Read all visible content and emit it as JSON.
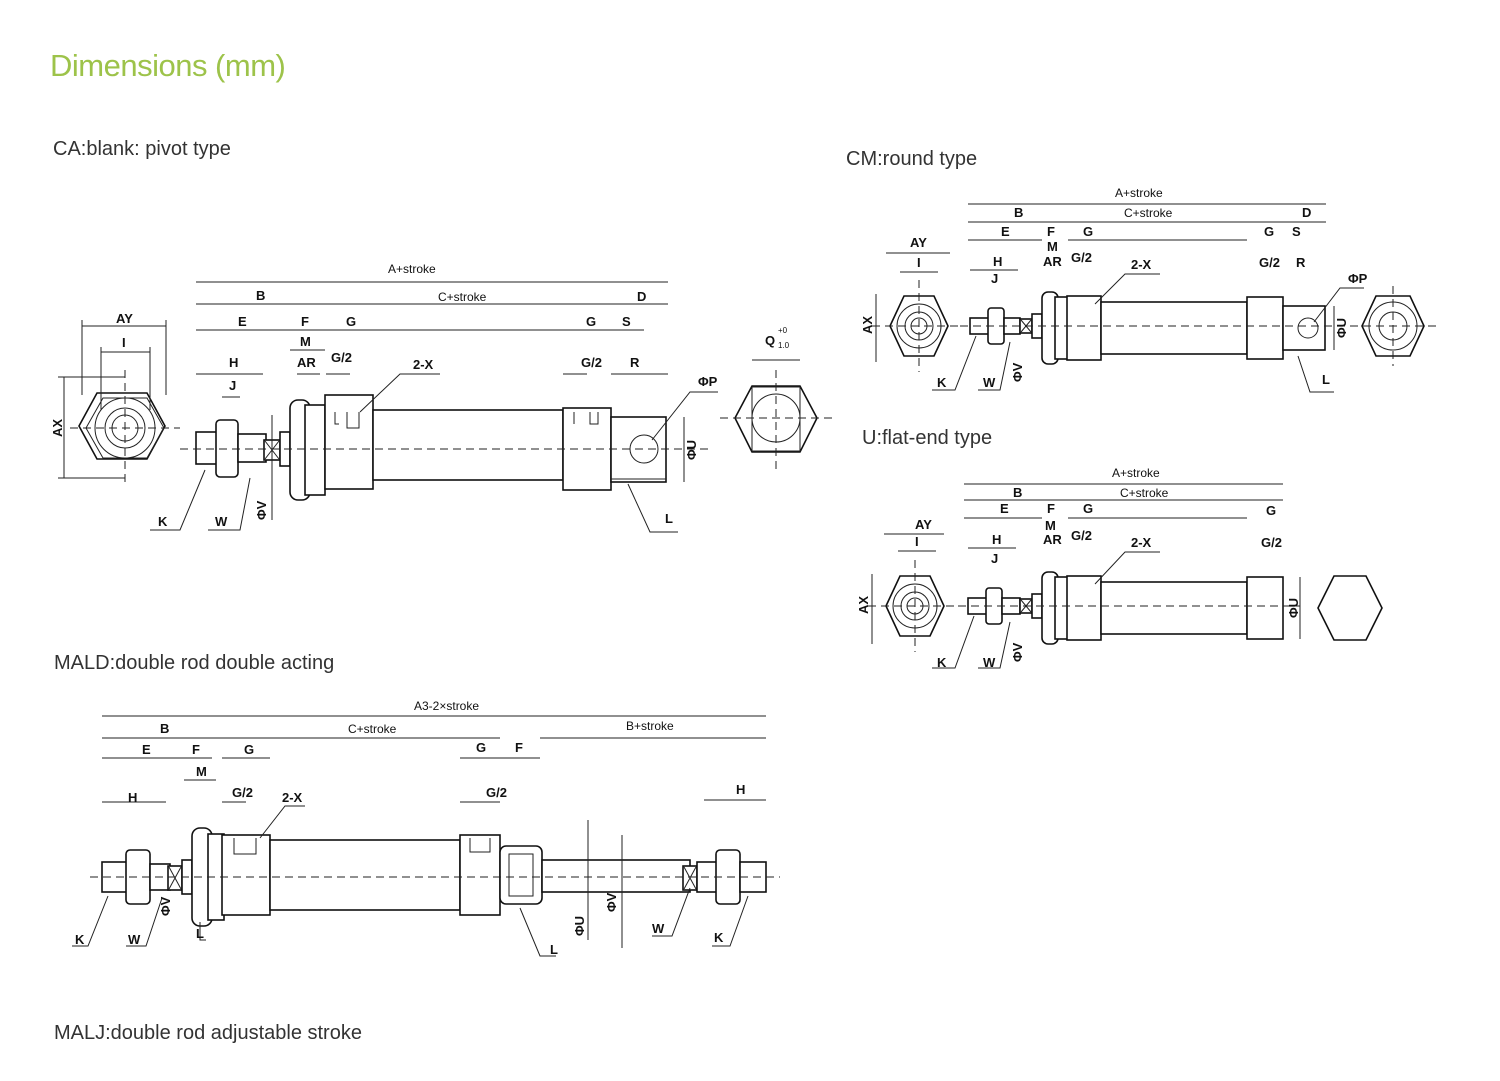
{
  "page": {
    "title": "Dimensions (mm)"
  },
  "sections": {
    "ca": "CA:blank: pivot type",
    "cm": "CM:round type",
    "u": "U:flat-end type",
    "mald": "MALD:double rod double acting",
    "malj": "MALJ:double rod adjustable stroke"
  },
  "labels": {
    "a_stroke": "A+stroke",
    "c_stroke": "C+stroke",
    "b_stroke": "B+stroke",
    "a3_stroke": "A3-2×stroke",
    "B": "B",
    "D": "D",
    "E": "E",
    "F": "F",
    "G": "G",
    "S": "S",
    "M": "M",
    "AR": "AR",
    "G2": "G/2",
    "H": "H",
    "J": "J",
    "R": "R",
    "X2": "2-X",
    "PHIP": "ΦP",
    "PHIU": "ΦU",
    "PHIV": "ΦV",
    "K": "K",
    "W": "W",
    "L": "L",
    "AY": "AY",
    "I": "I",
    "AX": "AX",
    "Q": "Q"
  }
}
